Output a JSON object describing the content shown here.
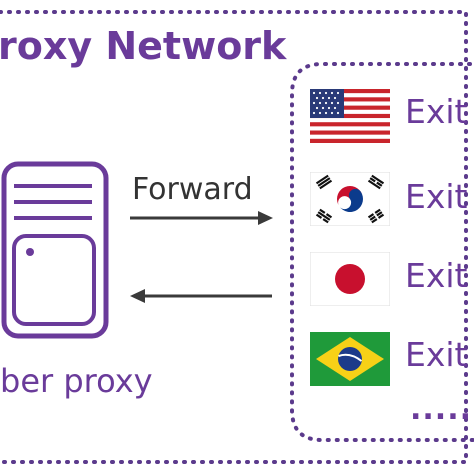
{
  "title": "roxy Network",
  "server_label": "ber proxy",
  "arrow_label": "Forward",
  "exits": [
    {
      "country": "United States",
      "flag": "us-flag",
      "label": "Exit"
    },
    {
      "country": "South Korea",
      "flag": "kr-flag",
      "label": "Exit"
    },
    {
      "country": "Japan",
      "flag": "jp-flag",
      "label": "Exit"
    },
    {
      "country": "Brazil",
      "flag": "br-flag",
      "label": "Exit"
    }
  ],
  "more_indicator": ".....",
  "colors": {
    "accent": "#6a3b9a",
    "arrow": "#3a3a3a",
    "dotted_border": "#5b3a8c"
  }
}
